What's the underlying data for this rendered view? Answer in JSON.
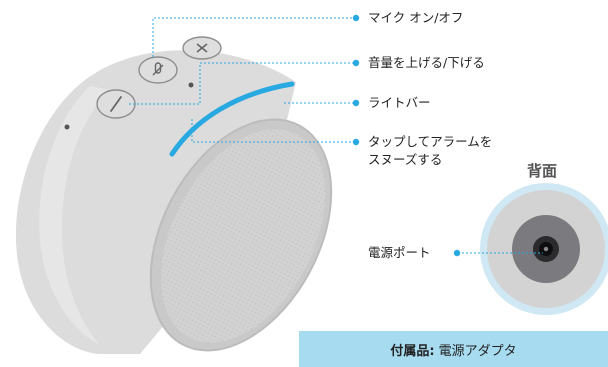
{
  "labels": {
    "mic": "マイク オン/オフ",
    "volume": "音量を上げる/下げる",
    "lightbar": "ライトバー",
    "snooze_line1": "タップしてアラームを",
    "snooze_line2": "スヌーズする",
    "power_port": "電源ポート"
  },
  "back_view_title": "背面",
  "accessory": {
    "label": "付属品:",
    "value": "電源アダプタ"
  },
  "colors": {
    "accent": "#29a9e1",
    "body": "#d9d9d9",
    "accessory_bg": "#a7dcf0"
  },
  "icons": [
    "mic-off-icon",
    "volume-down-icon",
    "volume-up-icon"
  ]
}
